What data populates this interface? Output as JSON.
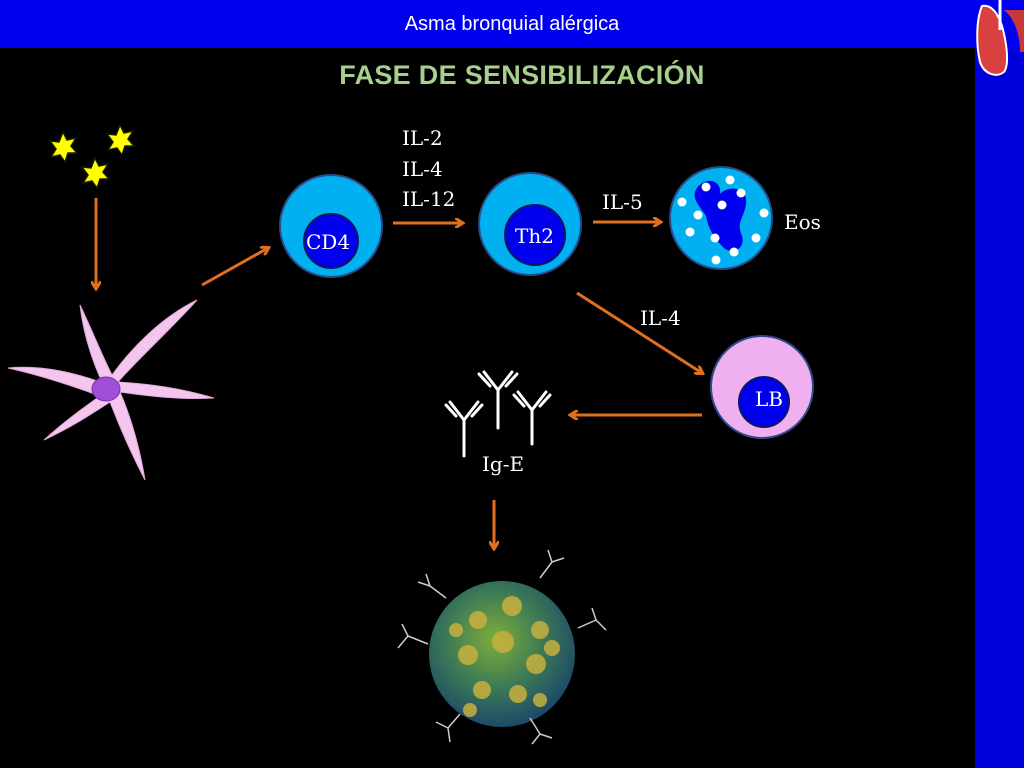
{
  "header": {
    "title": "Asma bronquial alérgica"
  },
  "slide": {
    "title": "FASE DE SENSIBILIZACIÓN"
  },
  "cytokines": {
    "il2": "IL-2",
    "il4": "IL-4",
    "il12": "IL-12",
    "il5": "IL-5",
    "il4_b": "IL-4"
  },
  "cells": {
    "cd4": "CD4",
    "th2": "Th2",
    "eos": "Eos",
    "lb": "LB",
    "ige": "Ig-E"
  },
  "colors": {
    "header_bg": "#0000ee",
    "title_green": "#a8d08d",
    "arrow_orange": "#e07020",
    "cell_outer": "#00b0f0",
    "nucleus_blue": "#0000ee",
    "lb_outer": "#f0b0f0"
  },
  "icons": [
    "allergen-star-icon",
    "dendritic-cell-icon",
    "antibody-icon",
    "mast-cell-icon",
    "lung-logo-icon"
  ]
}
